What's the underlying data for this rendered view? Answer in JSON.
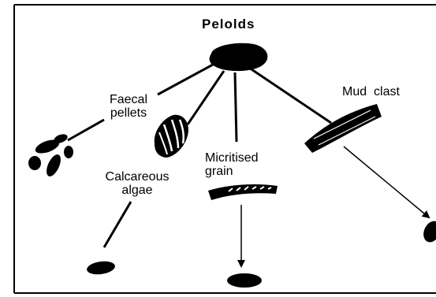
{
  "diagram": {
    "title": "Pelolds",
    "labels": {
      "faecal_line1": "Faecal",
      "faecal_line2": "pellets",
      "calcareous_line1": "Calcareous",
      "calcareous_line2": "algae",
      "micritised_line1": "Micritised",
      "micritised_line2": "grain",
      "mud_clast": "Mud  clast"
    },
    "colors": {
      "ink": "#000000",
      "background": "#ffffff"
    }
  }
}
